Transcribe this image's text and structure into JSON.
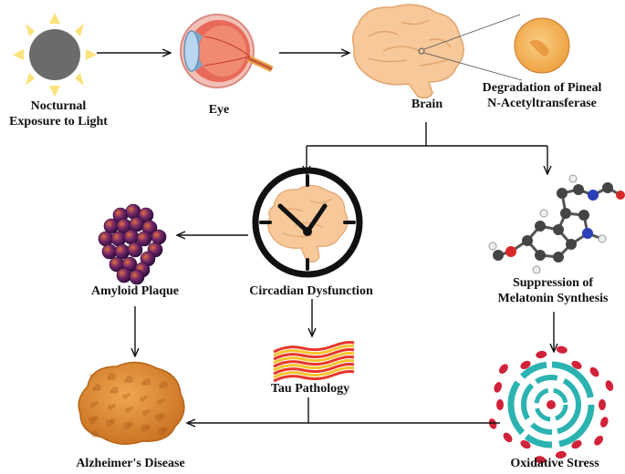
{
  "nodes": {
    "light": {
      "line1": "Nocturnal",
      "line2": "Exposure to Light",
      "icon": "sun-icon"
    },
    "eye": {
      "label": "Eye",
      "icon": "eye-icon"
    },
    "brain": {
      "label": "Brain",
      "icon": "brain-icon"
    },
    "pineal": {
      "line1": "Degradation of Pineal",
      "line2": "N-Acetyltransferase",
      "icon": "pineal-gland-icon"
    },
    "circadian": {
      "label": "Circadian Dysfunction",
      "icon": "clock-brain-icon"
    },
    "melatonin": {
      "line1": "Suppression of",
      "line2": "Melatonin Synthesis",
      "icon": "melatonin-molecule-icon"
    },
    "amyloid": {
      "label": "Amyloid Plaque",
      "icon": "amyloid-cluster-icon"
    },
    "tau": {
      "label": "Tau Pathology",
      "icon": "tau-fibrils-icon"
    },
    "oxidative": {
      "label": "Oxidative Stress",
      "icon": "oxidative-stress-icon"
    },
    "alzheimers": {
      "label": "Alzheimer's Disease",
      "icon": "diseased-brain-icon"
    }
  },
  "colors": {
    "sun_ray": "#fbe27a",
    "sun_disc": "#6b6b6b",
    "brain": "#f6c89a",
    "brain_line": "#e3a56e",
    "pineal": "#f3b566",
    "amyloid": "#5a1f5e",
    "tau_red": "#e8352b",
    "tau_yellow": "#f4c430",
    "oxidative_teal": "#2bb3b1",
    "oxidative_red": "#d1223a",
    "alz_brain": "#d98a2e",
    "arrow": "#111111"
  }
}
